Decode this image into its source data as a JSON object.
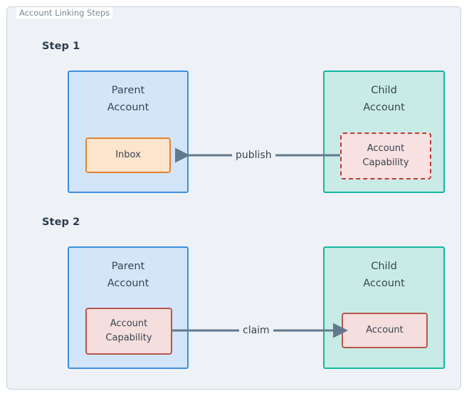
{
  "frame": {
    "legend": "Account Linking Steps",
    "background_color": "#eef2f6",
    "border_color": "#c8d2dc"
  },
  "colors": {
    "parent_fill": "#d3e5f8",
    "parent_border": "#3d8fe2",
    "child_fill": "#c8ece5",
    "child_border": "#13b7a4",
    "inbox_fill": "#fce4cd",
    "inbox_border": "#e5822f",
    "capability_fill": "#f7e1e1",
    "capability_border": "#bf3b38",
    "account_fill": "#f4dede",
    "account_border": "#b9564f",
    "arrow": "#62798d",
    "text": "#3a4552",
    "step_label": "#2d3b4e",
    "legend_text": "#7a8795"
  },
  "steps": [
    {
      "label": "Step 1",
      "parent": {
        "title": "Parent\nAccount",
        "inner": {
          "label": "Inbox",
          "style": "solid-orange"
        }
      },
      "child": {
        "title": "Child\nAccount",
        "inner": {
          "label": "Account\nCapability",
          "style": "dashed-red"
        }
      },
      "edge": {
        "label": "publish",
        "direction": "right-to-left"
      }
    },
    {
      "label": "Step 2",
      "parent": {
        "title": "Parent\nAccount",
        "inner": {
          "label": "Account\nCapability",
          "style": "solid-red"
        }
      },
      "child": {
        "title": "Child\nAccount",
        "inner": {
          "label": "Account",
          "style": "solid-red"
        }
      },
      "edge": {
        "label": "claim",
        "direction": "left-to-right"
      }
    }
  ]
}
